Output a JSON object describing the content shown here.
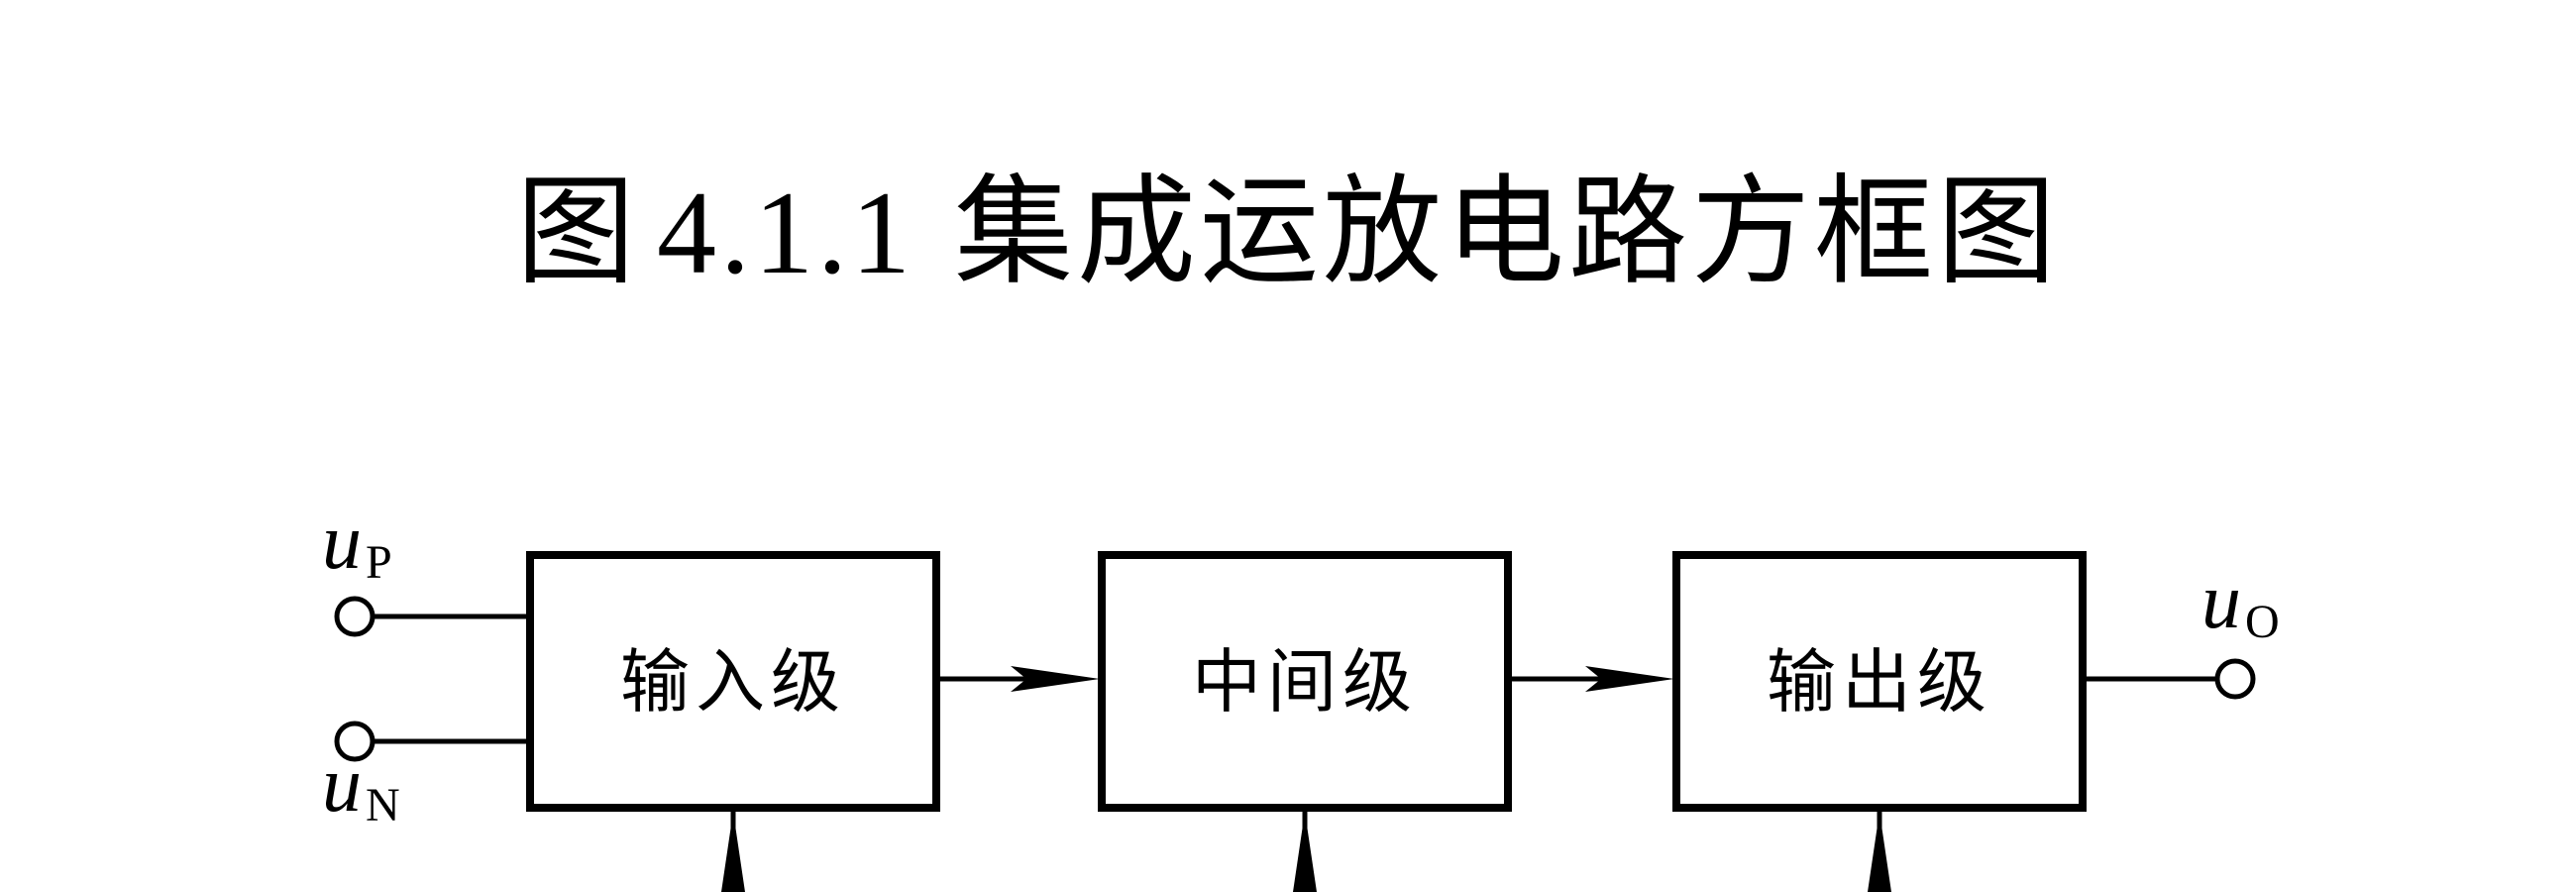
{
  "figure": {
    "title_prefix": "图",
    "title_number": "4.1.1",
    "title_text": "集成运放电路方框图"
  },
  "blocks": [
    {
      "id": "input",
      "label": "输入级"
    },
    {
      "id": "middle",
      "label": "中间级"
    },
    {
      "id": "output",
      "label": "输出级"
    }
  ],
  "terminals": {
    "noninverting": {
      "symbol": "u",
      "subscript": "P"
    },
    "inverting": {
      "symbol": "u",
      "subscript": "N"
    },
    "output": {
      "symbol": "u",
      "subscript": "O"
    }
  },
  "colors": {
    "line": "#000000",
    "background": "#ffffff"
  }
}
